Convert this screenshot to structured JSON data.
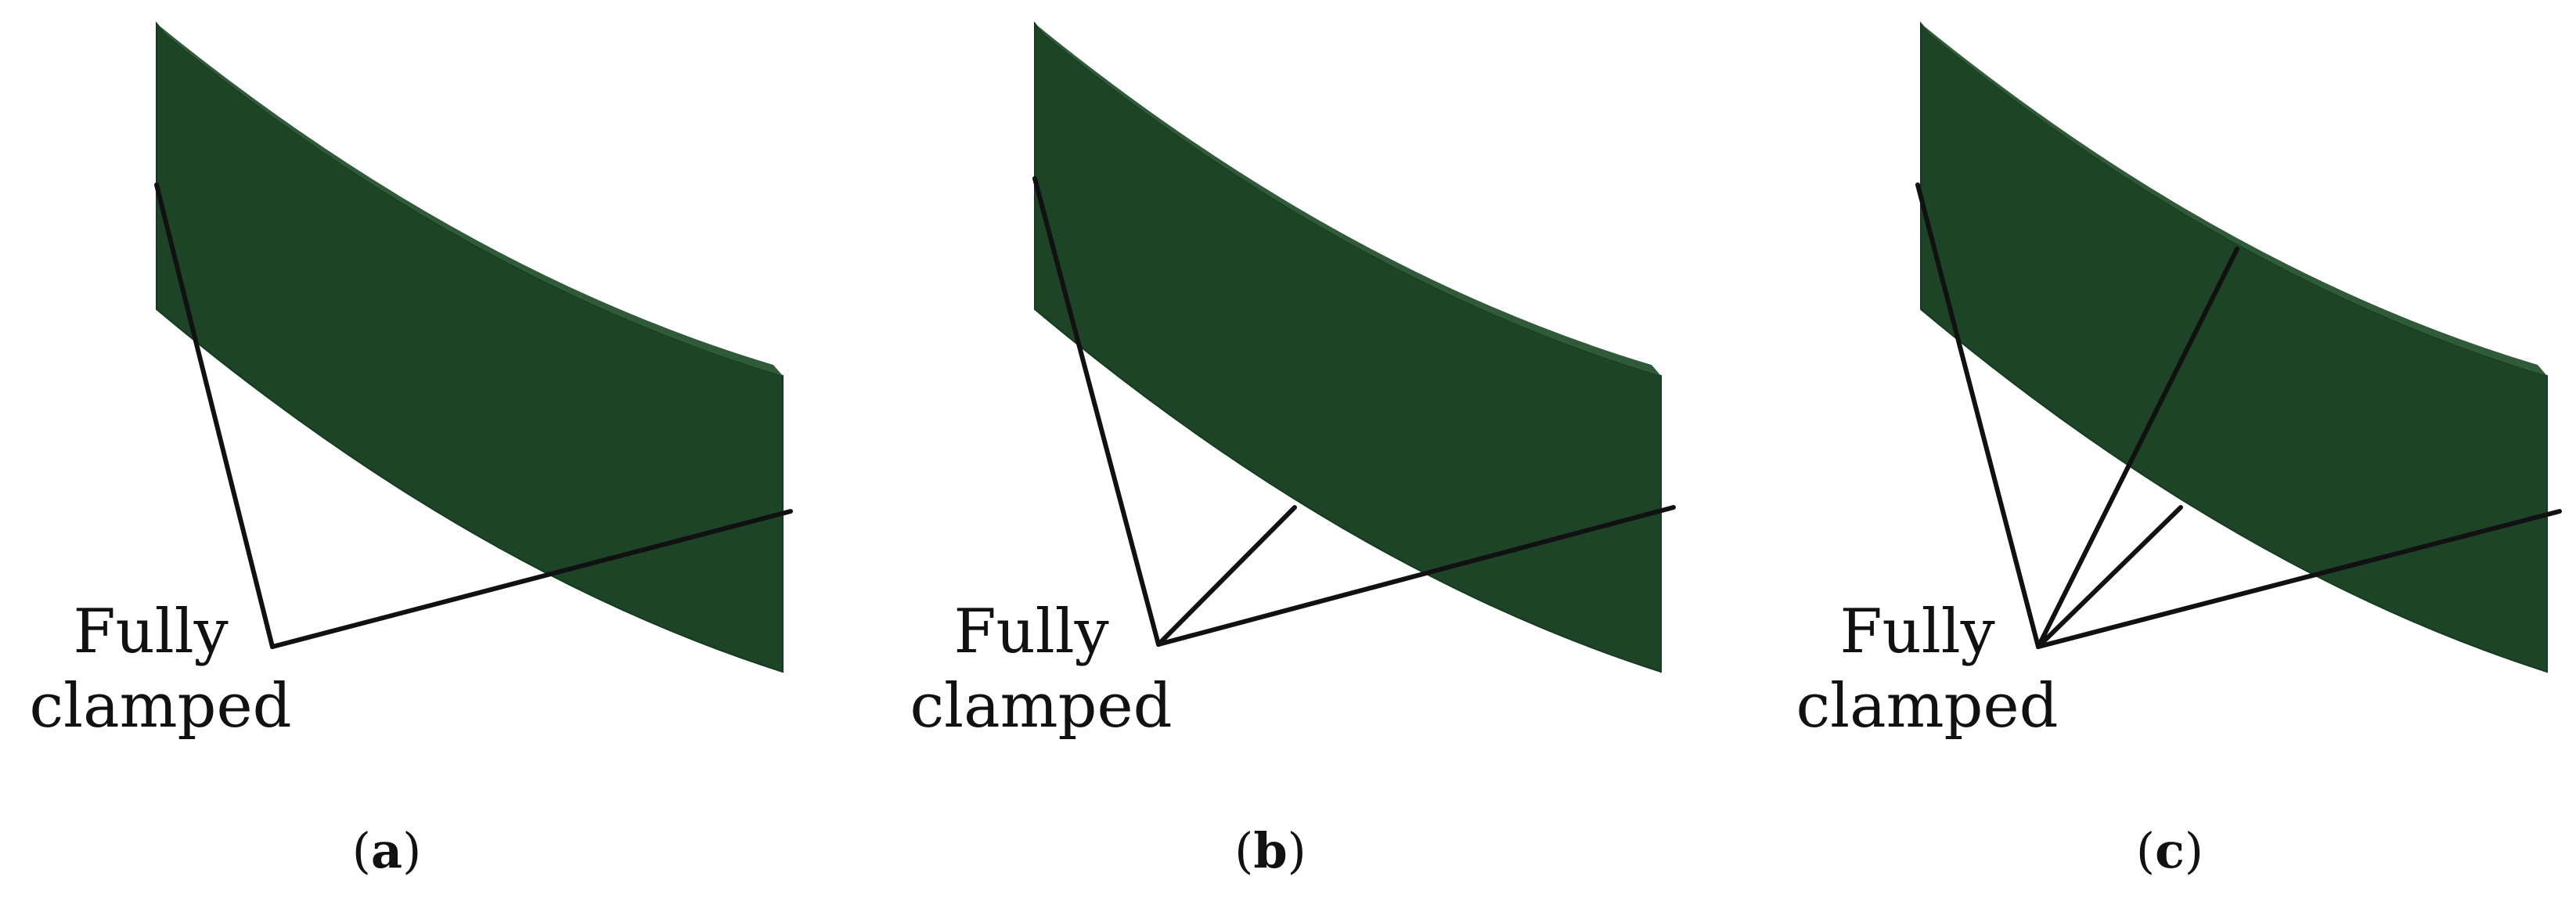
{
  "figure": {
    "colors": {
      "panel_face": "#1e4428",
      "panel_face_dark": "#163a20",
      "panel_edge": "#2f5b38",
      "leader_line": "#111111",
      "text": "#111111"
    },
    "panels": [
      {
        "id": "a",
        "label_line1": "Fully",
        "label_line2": "clamped",
        "caption_open": "(",
        "caption_letter": "a",
        "caption_close": ")",
        "leader_count": 2
      },
      {
        "id": "b",
        "label_line1": "Fully",
        "label_line2": "clamped",
        "caption_open": "(",
        "caption_letter": "b",
        "caption_close": ")",
        "leader_count": 3
      },
      {
        "id": "c",
        "label_line1": "Fully",
        "label_line2": "clamped",
        "caption_open": "(",
        "caption_letter": "c",
        "caption_close": ")",
        "leader_count": 4
      }
    ]
  }
}
